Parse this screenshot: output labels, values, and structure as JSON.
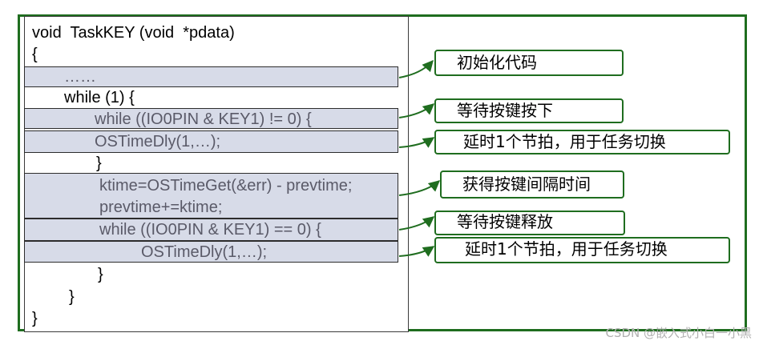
{
  "code_lines": [
    "void  TaskKEY (void  *pdata)",
    "{",
    "……",
    "while (1) {",
    "while ((IO0PIN & KEY1) != 0) {",
    "OSTimeDly(1,…);",
    "}",
    "ktime=OSTimeGet(&err) - prevtime;",
    "prevtime+=ktime;",
    "while ((IO0PIN & KEY1) == 0) {",
    "OSTimeDly(1,…);",
    "}",
    "}",
    "}"
  ],
  "callouts": [
    "初始化代码",
    "等待按键按下",
    "延时1个节拍，用于任务切换",
    "获得按键间隔时间",
    "等待按键释放",
    "延时1个节拍，用于任务切换"
  ],
  "watermark": "CSDN @嵌入式小白一小黑",
  "colors": {
    "frame": "#1f6d1f",
    "highlight": "#d7dbe8",
    "grey_code": "#5a5a68"
  }
}
